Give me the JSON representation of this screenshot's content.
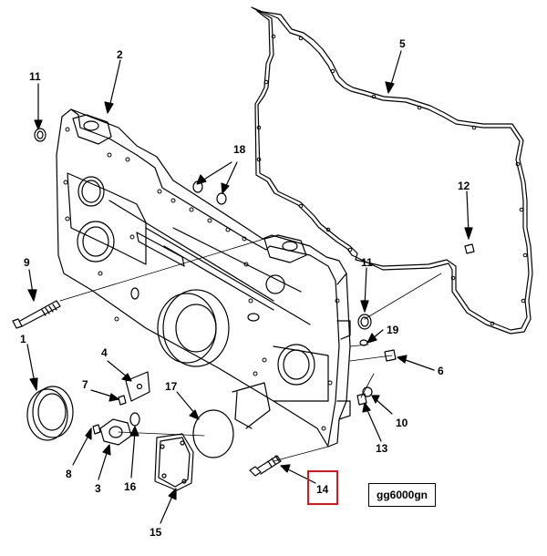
{
  "callouts": [
    {
      "id": "c1",
      "text": "1"
    },
    {
      "id": "c2",
      "text": "2"
    },
    {
      "id": "c3",
      "text": "3"
    },
    {
      "id": "c4",
      "text": "4"
    },
    {
      "id": "c5",
      "text": "5"
    },
    {
      "id": "c6",
      "text": "6"
    },
    {
      "id": "c7",
      "text": "7"
    },
    {
      "id": "c8",
      "text": "8"
    },
    {
      "id": "c9",
      "text": "9"
    },
    {
      "id": "c10",
      "text": "10"
    },
    {
      "id": "c11a",
      "text": "11"
    },
    {
      "id": "c11b",
      "text": "11"
    },
    {
      "id": "c12",
      "text": "12"
    },
    {
      "id": "c13",
      "text": "13"
    },
    {
      "id": "c14",
      "text": "14"
    },
    {
      "id": "c15",
      "text": "15"
    },
    {
      "id": "c16",
      "text": "16"
    },
    {
      "id": "c17",
      "text": "17"
    },
    {
      "id": "c18",
      "text": "18"
    },
    {
      "id": "c19",
      "text": "19"
    }
  ],
  "reference_code": "gg6000gn",
  "highlight_color": "#e0141c",
  "highlighted_callout": "14"
}
